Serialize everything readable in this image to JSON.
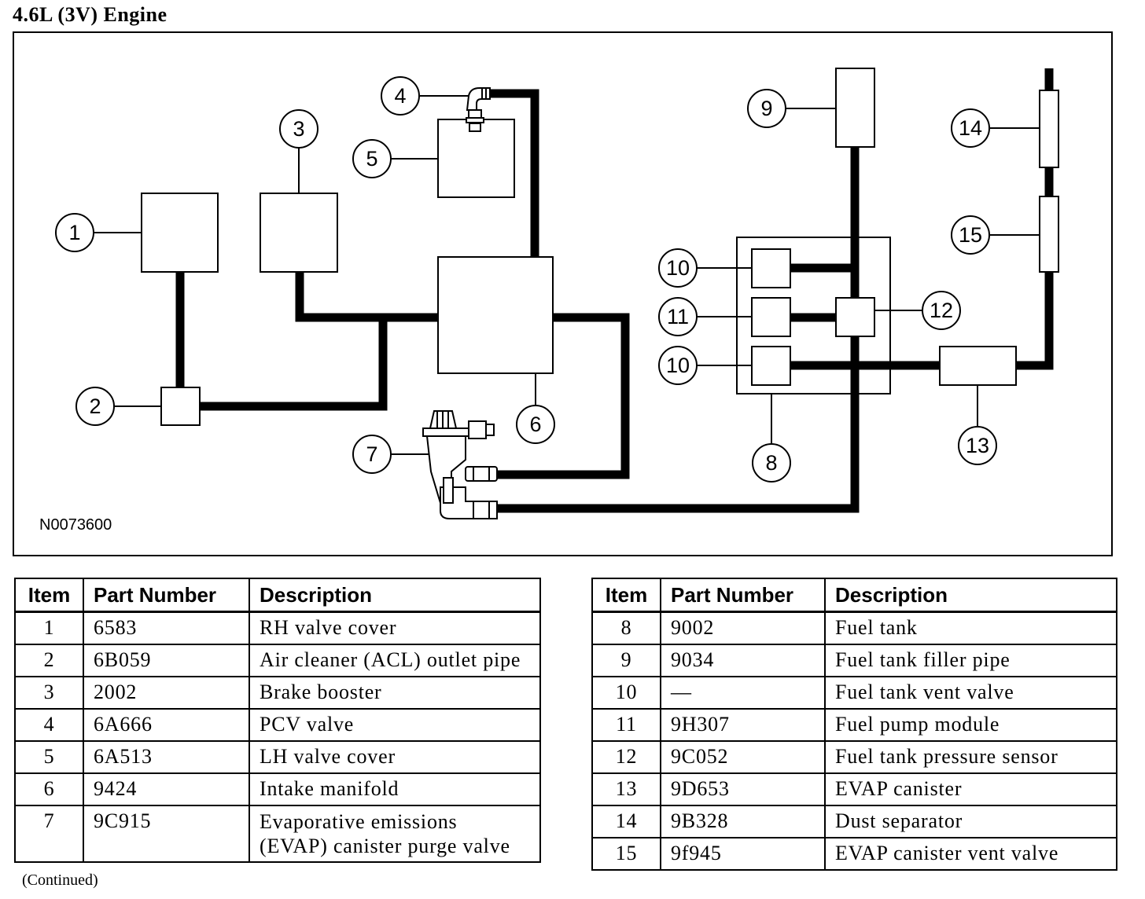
{
  "title": "4.6L (3V) Engine",
  "drawing_id": "N0073600",
  "callouts": [
    "1",
    "2",
    "3",
    "4",
    "5",
    "6",
    "7",
    "8",
    "9",
    "10",
    "11",
    "10",
    "12",
    "13",
    "14",
    "15"
  ],
  "tables": {
    "left": {
      "headers": [
        "Item",
        "Part Number",
        "Description"
      ],
      "rows": [
        [
          "1",
          "6583",
          "RH valve cover"
        ],
        [
          "2",
          "6B059",
          "Air cleaner (ACL) outlet pipe"
        ],
        [
          "3",
          "2002",
          "Brake booster"
        ],
        [
          "4",
          "6A666",
          "PCV valve"
        ],
        [
          "5",
          "6A513",
          "LH valve cover"
        ],
        [
          "6",
          "9424",
          "Intake manifold"
        ],
        [
          "7",
          "9C915",
          "Evaporative emissions (EVAP) canister purge valve"
        ]
      ]
    },
    "right": {
      "headers": [
        "Item",
        "Part Number",
        "Description"
      ],
      "rows": [
        [
          "8",
          "9002",
          "Fuel tank"
        ],
        [
          "9",
          "9034",
          "Fuel tank filler pipe"
        ],
        [
          "10",
          "—",
          "Fuel tank vent valve"
        ],
        [
          "11",
          "9H307",
          "Fuel pump module"
        ],
        [
          "12",
          "9C052",
          "Fuel tank pressure sensor"
        ],
        [
          "13",
          "9D653",
          "EVAP canister"
        ],
        [
          "14",
          "9B328",
          "Dust separator"
        ],
        [
          "15",
          "9f945",
          "EVAP canister vent valve"
        ]
      ]
    }
  },
  "footnote": "(Continued)"
}
